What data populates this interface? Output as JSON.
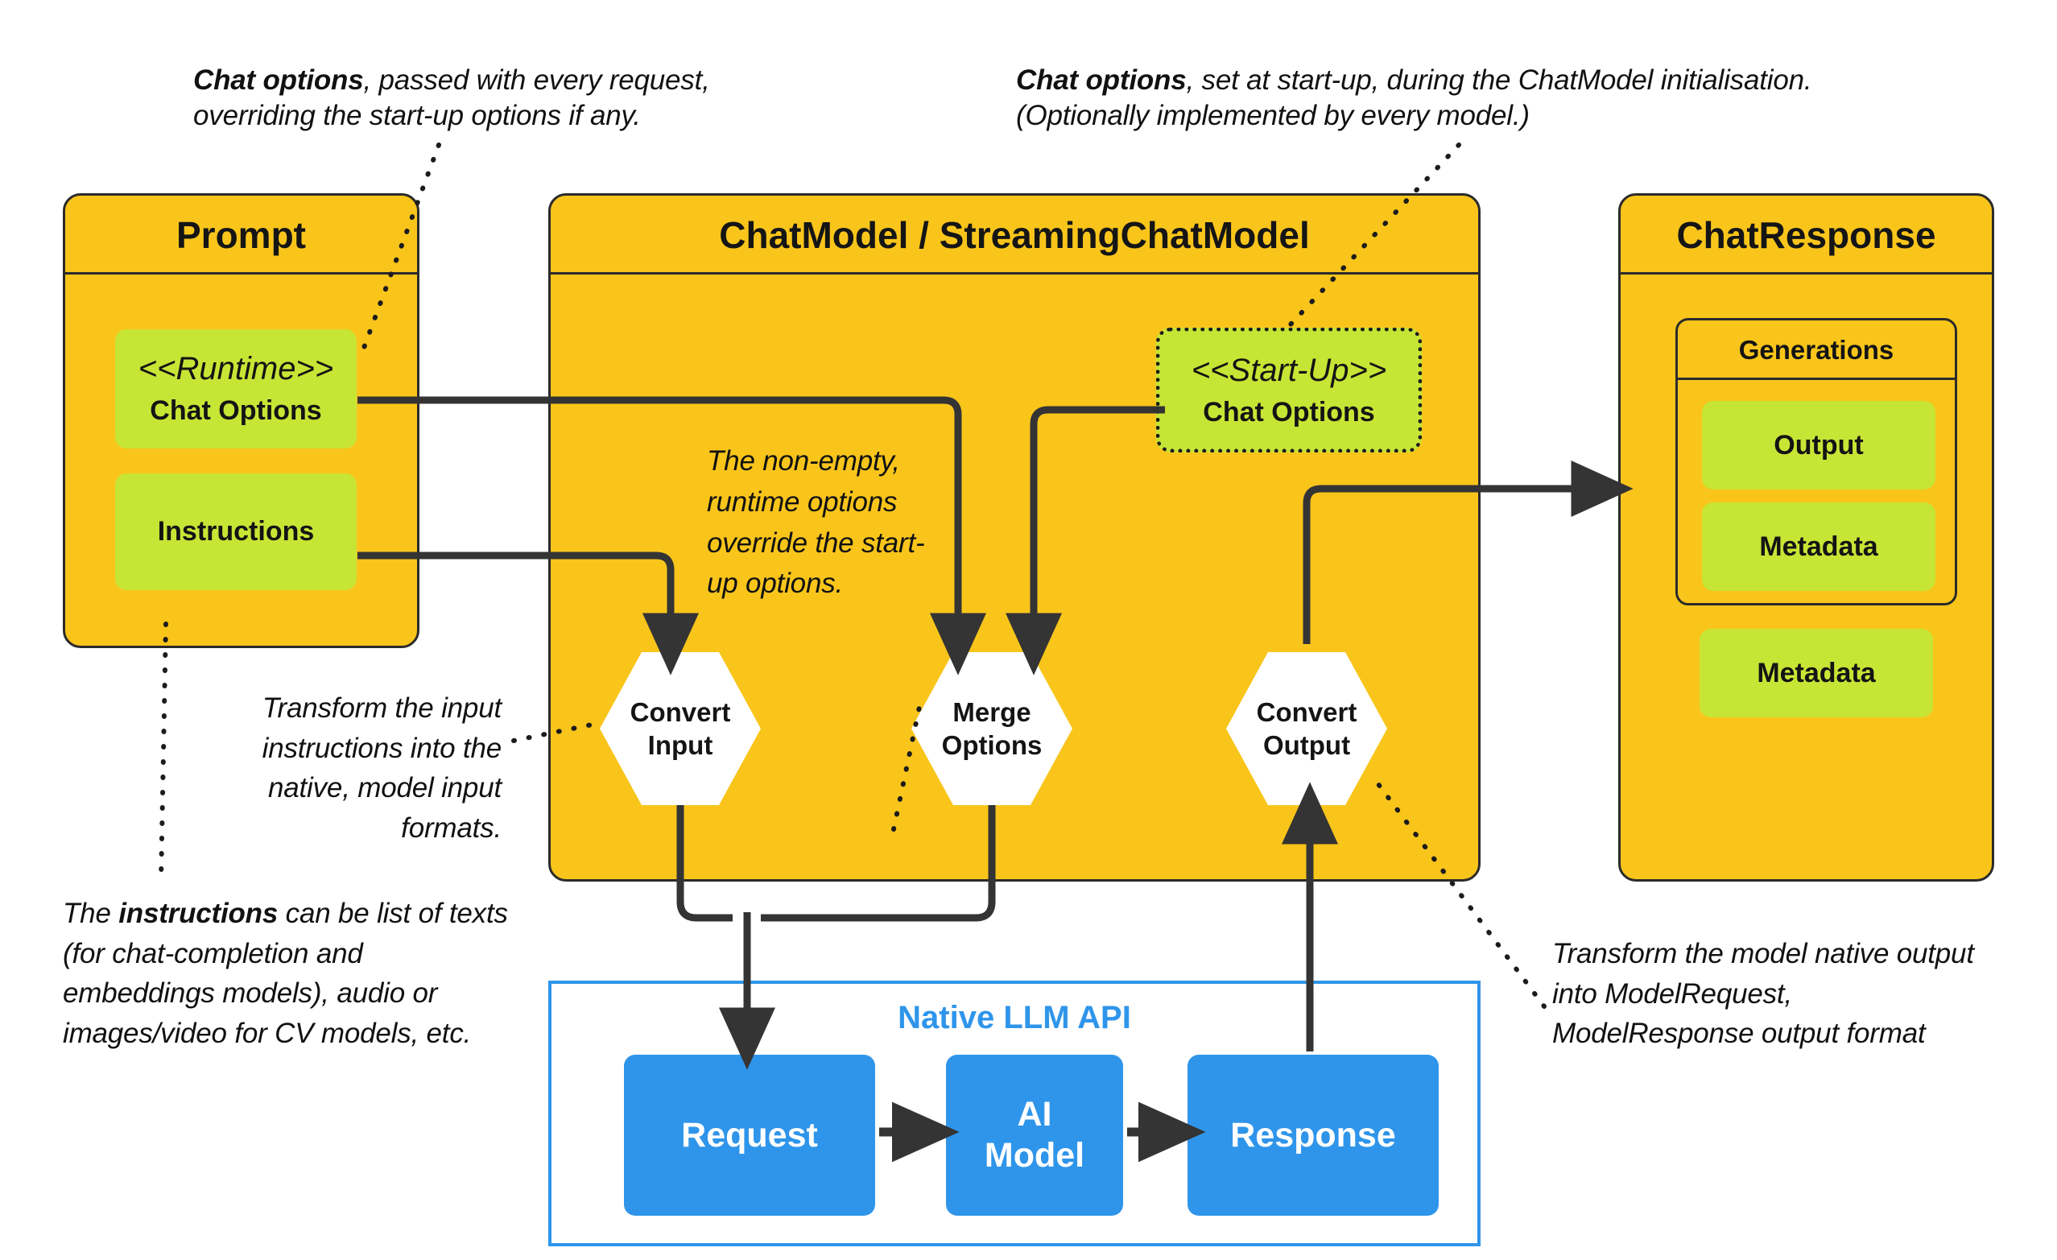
{
  "annotations": {
    "runtime_note_line1_bold": "Chat options",
    "runtime_note_line1_rest": ", passed with every  request,",
    "runtime_note_line2": "overriding the start-up options if any.",
    "startup_note_line1_bold": "Chat options",
    "startup_note_line1_rest": ", set at start-up, during  the ChatModel initialisation.",
    "startup_note_line2": "(Optionally implemented by every model.)",
    "merge_note": "The non-empty, runtime options override the start-up options.",
    "convert_input_note": "Transform the input instructions into the native, model input formats.",
    "instructions_note_pre": "The ",
    "instructions_note_bold": "instructions",
    "instructions_note_rest": " can be list of texts (for chat-completion and embeddings models), audio or images/video for CV models, etc.",
    "convert_output_note": "Transform the model native output into ModelRequest, ModelResponse output format"
  },
  "prompt": {
    "title": "Prompt",
    "chat_options_stereotype": "<<Runtime>>",
    "chat_options_name": "Chat Options",
    "instructions_name": "Instructions"
  },
  "chatmodel": {
    "title": "ChatModel / StreamingChatModel",
    "startup_stereotype": "<<Start-Up>>",
    "startup_name": "Chat Options",
    "hex_convert_input_l1": "Convert",
    "hex_convert_input_l2": "Input",
    "hex_merge_options_l1": "Merge",
    "hex_merge_options_l2": "Options",
    "hex_convert_output_l1": "Convert",
    "hex_convert_output_l2": "Output"
  },
  "chatresponse": {
    "title": "ChatResponse",
    "generations_title": "Generations",
    "output_name": "Output",
    "inner_metadata_name": "Metadata",
    "outer_metadata_name": "Metadata"
  },
  "native_api": {
    "title": "Native LLM API",
    "request": "Request",
    "ai_model_l1": "AI",
    "ai_model_l2": "Model",
    "response": "Response"
  },
  "colors": {
    "package_fill": "#f9c51b",
    "chip_fill": "#c7e535",
    "api_blue": "#2f95ea",
    "stroke_dark": "#2b2b2b",
    "canvas": "#ffffff"
  }
}
